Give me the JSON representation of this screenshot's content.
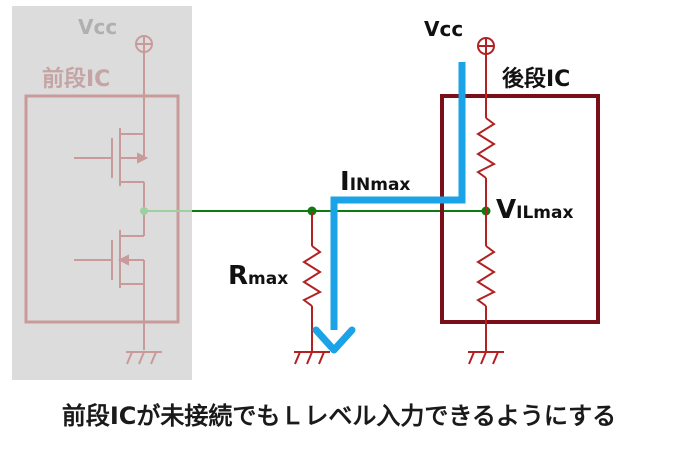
{
  "front_ic": {
    "vcc_label": "Vcc",
    "title": "前段IC"
  },
  "rear_ic": {
    "vcc_label": "Vcc",
    "title": "後段IC"
  },
  "labels": {
    "current_main": "I",
    "current_sub": "INmax",
    "voltage_main": "V",
    "voltage_sub": "ILmax",
    "resistor_main": "R",
    "resistor_sub": "max"
  },
  "caption": "前段ICが未接続でもＬレベル入力できるようにする",
  "colors": {
    "faded_panel": "#dcdcdc",
    "faded_component": "#c99a9a",
    "faded_text": "#b0b0b0",
    "wire": "#0f7a0f",
    "component": "#b22222",
    "ic_box": "#7a0f1a",
    "current_arrow": "#1aa3e6"
  }
}
